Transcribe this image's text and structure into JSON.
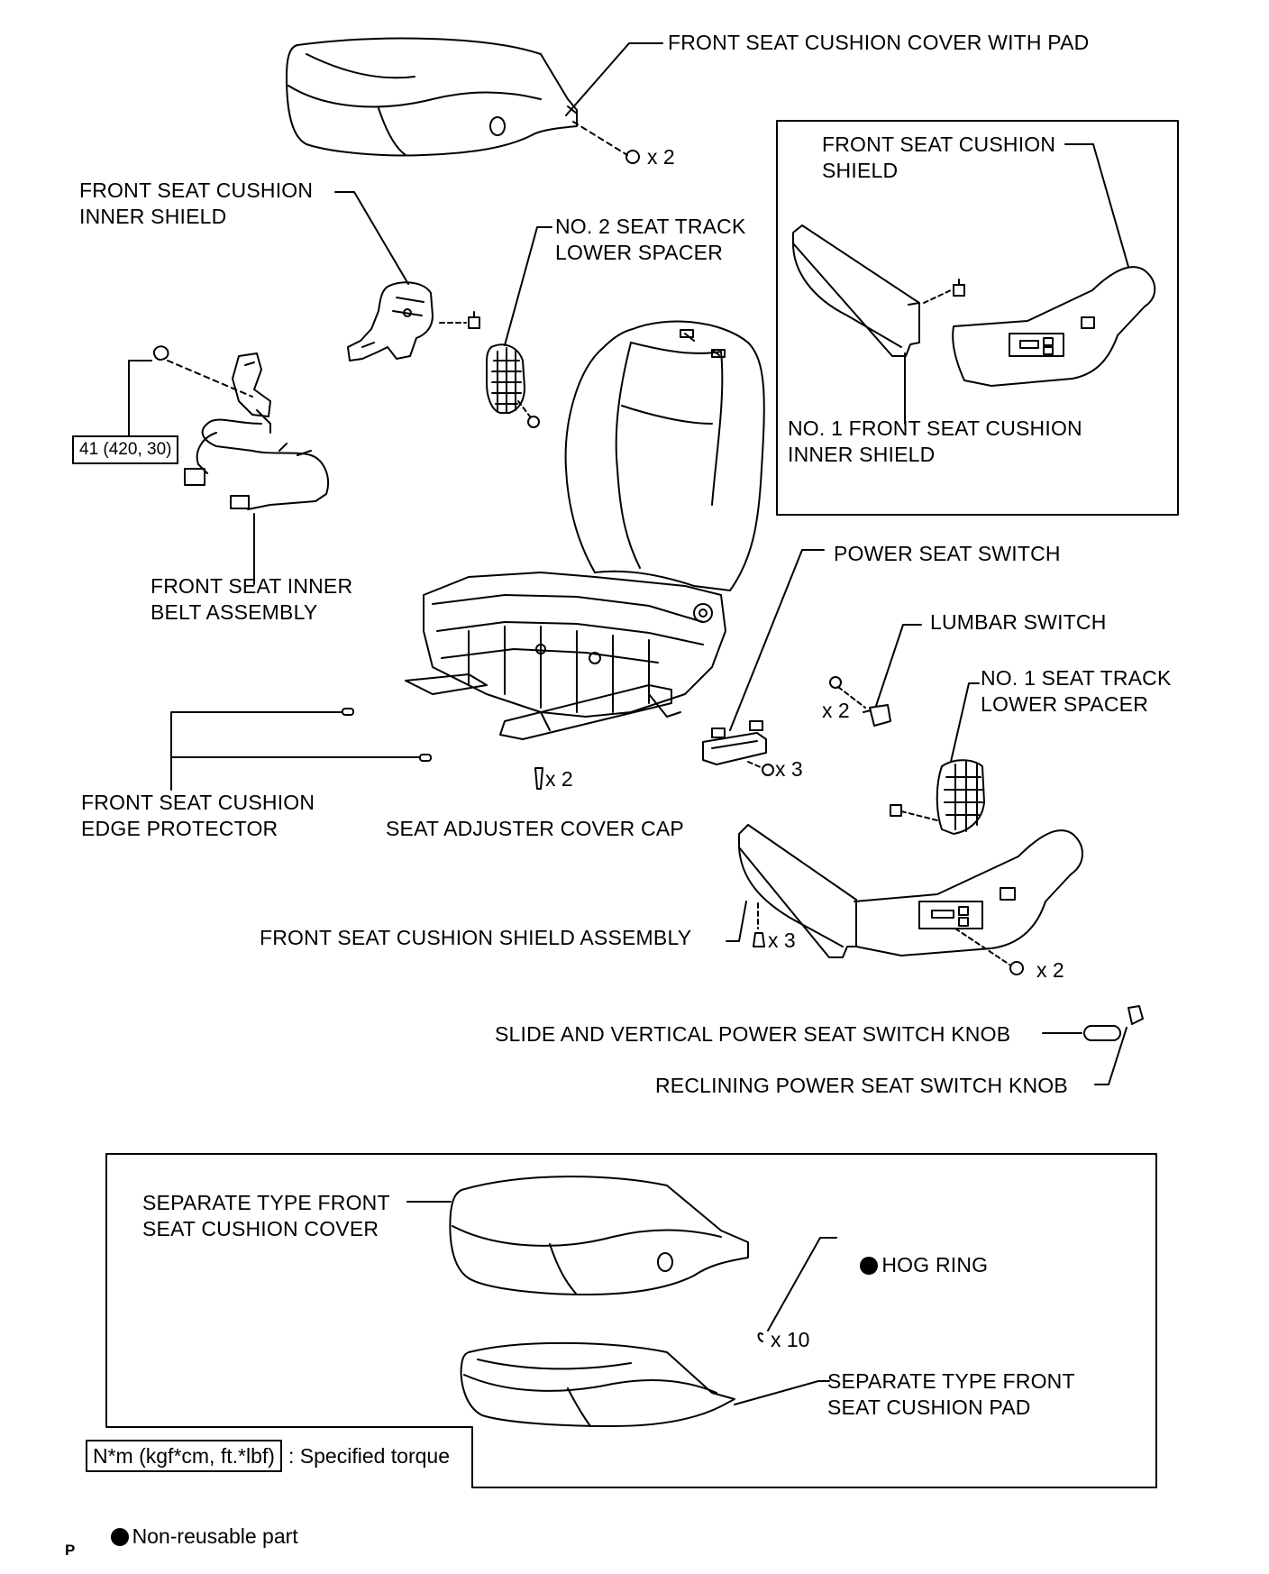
{
  "labels": {
    "cushion_cover_with_pad": "FRONT SEAT CUSHION COVER WITH PAD",
    "cushion_cover_qty": "x 2",
    "inner_shield_line1": "FRONT SEAT CUSHION",
    "inner_shield_line2": "INNER SHIELD",
    "no2_spacer_line1": "NO. 2 SEAT TRACK",
    "no2_spacer_line2": "LOWER SPACER",
    "cushion_shield_line1": "FRONT SEAT CUSHION",
    "cushion_shield_line2": "SHIELD",
    "no1_inner_shield_line1": "NO. 1 FRONT SEAT CUSHION",
    "no1_inner_shield_line2": "INNER SHIELD",
    "inner_belt_line1": "FRONT SEAT INNER",
    "inner_belt_line2": "BELT ASSEMBLY",
    "power_seat_switch": "POWER SEAT SWITCH",
    "lumbar_switch": "LUMBAR SWITCH",
    "lumbar_qty": "x 2",
    "no1_spacer_line1": "NO. 1 SEAT TRACK",
    "no1_spacer_line2": "LOWER SPACER",
    "power_switch_qty": "x 3",
    "edge_protector_line1": "FRONT SEAT CUSHION",
    "edge_protector_line2": "EDGE PROTECTOR",
    "adjuster_cap_qty": "x 2",
    "adjuster_cover_cap": "SEAT ADJUSTER COVER CAP",
    "shield_assembly": "FRONT SEAT CUSHION SHIELD ASSEMBLY",
    "shield_assembly_qty": "x 3",
    "shield_screw_qty": "x 2",
    "slide_knob": "SLIDE AND VERTICAL POWER SEAT SWITCH KNOB",
    "reclining_knob": "RECLINING POWER SEAT SWITCH KNOB",
    "separate_cover_line1": "SEPARATE TYPE FRONT",
    "separate_cover_line2": "SEAT CUSHION COVER",
    "hog_ring": "HOG RING",
    "hog_ring_qty": "x 10",
    "separate_pad_line1": "SEPARATE TYPE FRONT",
    "separate_pad_line2": "SEAT CUSHION PAD"
  },
  "torque": {
    "value": "41 (420, 30)"
  },
  "legend": {
    "torque_unit": "N*m (kgf*cm, ft.*lbf)",
    "torque_text": ": Specified torque",
    "non_reusable": "Non-reusable part"
  },
  "footer": {
    "mark": "P"
  }
}
